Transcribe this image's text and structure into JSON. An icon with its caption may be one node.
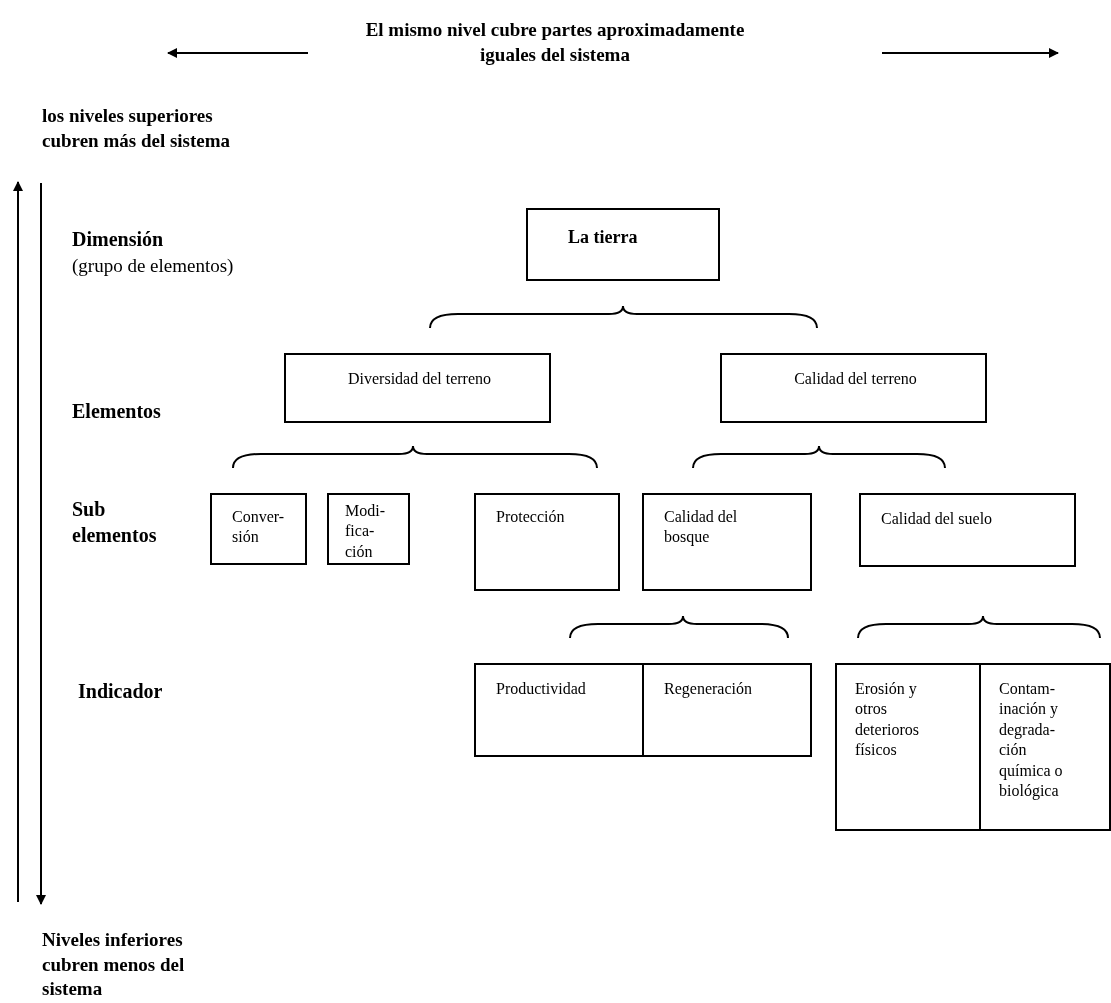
{
  "diagram": {
    "nodes": [
      {
        "text": [
          "La tierra"
        ]
      },
      {
        "text": [
          "Diversidad del terreno"
        ]
      },
      {
        "text": [
          "Calidad del terreno"
        ]
      },
      {
        "text": [
          "Conver- sión"
        ]
      },
      {
        "text": [
          "Modi- fica- ción"
        ]
      },
      {
        "text": [
          "Protección"
        ]
      },
      {
        "text": [
          "Calidad del bosque"
        ]
      },
      {
        "text": [
          "Calidad del suelo"
        ]
      },
      {
        "text": [
          "Productividad"
        ]
      },
      {
        "text": [
          "Regeneración"
        ]
      },
      {
        "text": [
          "Erosión y otros deterioros físicos"
        ]
      },
      {
        "text": [
          "Contam- inación y degrada- ción química o biológica"
        ]
      }
    ],
    "edges": [],
    "labels": [
      "El mismo nivel cubre partes aproximadamente iguales del sistema",
      "los niveles superiores cubren más del sistema",
      "Dimensión",
      "(grupo de elementos)",
      "Elementos",
      "Sub elementos",
      "Indicador",
      "Niveles inferiores cubren menos del sistema"
    ]
  }
}
